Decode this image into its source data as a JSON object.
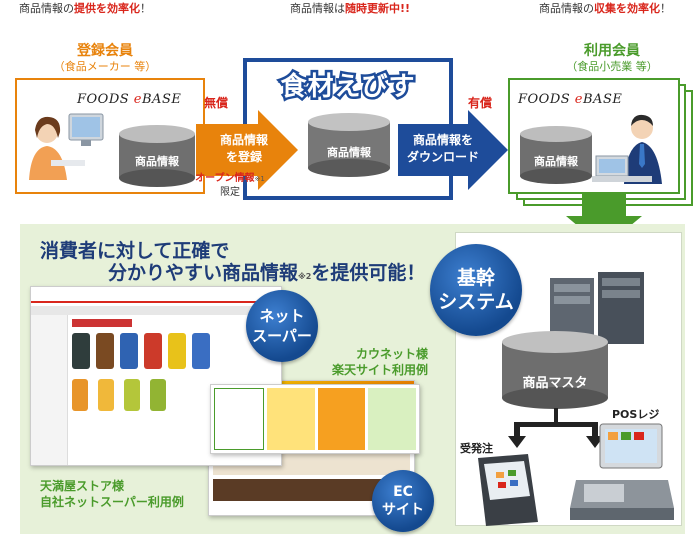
{
  "top_tags": [
    {
      "pre": "商品情報の",
      "em": "提供を効率化",
      "post": "！"
    },
    {
      "pre": "商品情報は",
      "em": "随時更新中!!",
      "post": ""
    },
    {
      "pre": "商品情報の",
      "em": "収集を効率化",
      "post": "！"
    }
  ],
  "left_member": {
    "title": "登録会員",
    "subtitle": "（食品メーカー 等）"
  },
  "right_member": {
    "title": "利用会員",
    "subtitle": "（食品小売業 等）"
  },
  "logo": {
    "pre": "FOODS ",
    "e": "e",
    "post": "BASE"
  },
  "center_title": "食材えびす",
  "cylinder_label": "商品情報",
  "free_label": "無償",
  "paid_label": "有償",
  "register_arrow": [
    "商品情報",
    "を登録"
  ],
  "download_arrow": [
    "商品情報を",
    "ダウンロード"
  ],
  "open_info": {
    "line1": "オープン情報",
    "mark": "※1",
    "line2": "限定"
  },
  "headline": {
    "line1": "消費者に対して正確で",
    "line2_pre": "分かりやすい商品情報",
    "mark": "※2",
    "line2_post": "を提供可能！"
  },
  "bubbles": {
    "net_super": [
      "ネット",
      "スーパー"
    ],
    "ec_site": [
      "EC",
      "サイト"
    ],
    "core_system": [
      "基幹",
      "システム"
    ]
  },
  "captions": {
    "kaunet": [
      "カウネット様",
      "楽天サイト利用例"
    ],
    "tenmaya": [
      "天満屋ストア様",
      "自社ネットスーパー利用例"
    ]
  },
  "master_label": "商品マスタ",
  "pos_label": "POSレジ",
  "order_label": "受発注",
  "colors": {
    "orange": "#e8830c",
    "blue": "#1e4c9a",
    "green": "#4a9b2b",
    "panel": "#e7f1d9",
    "red": "#d9261c"
  }
}
